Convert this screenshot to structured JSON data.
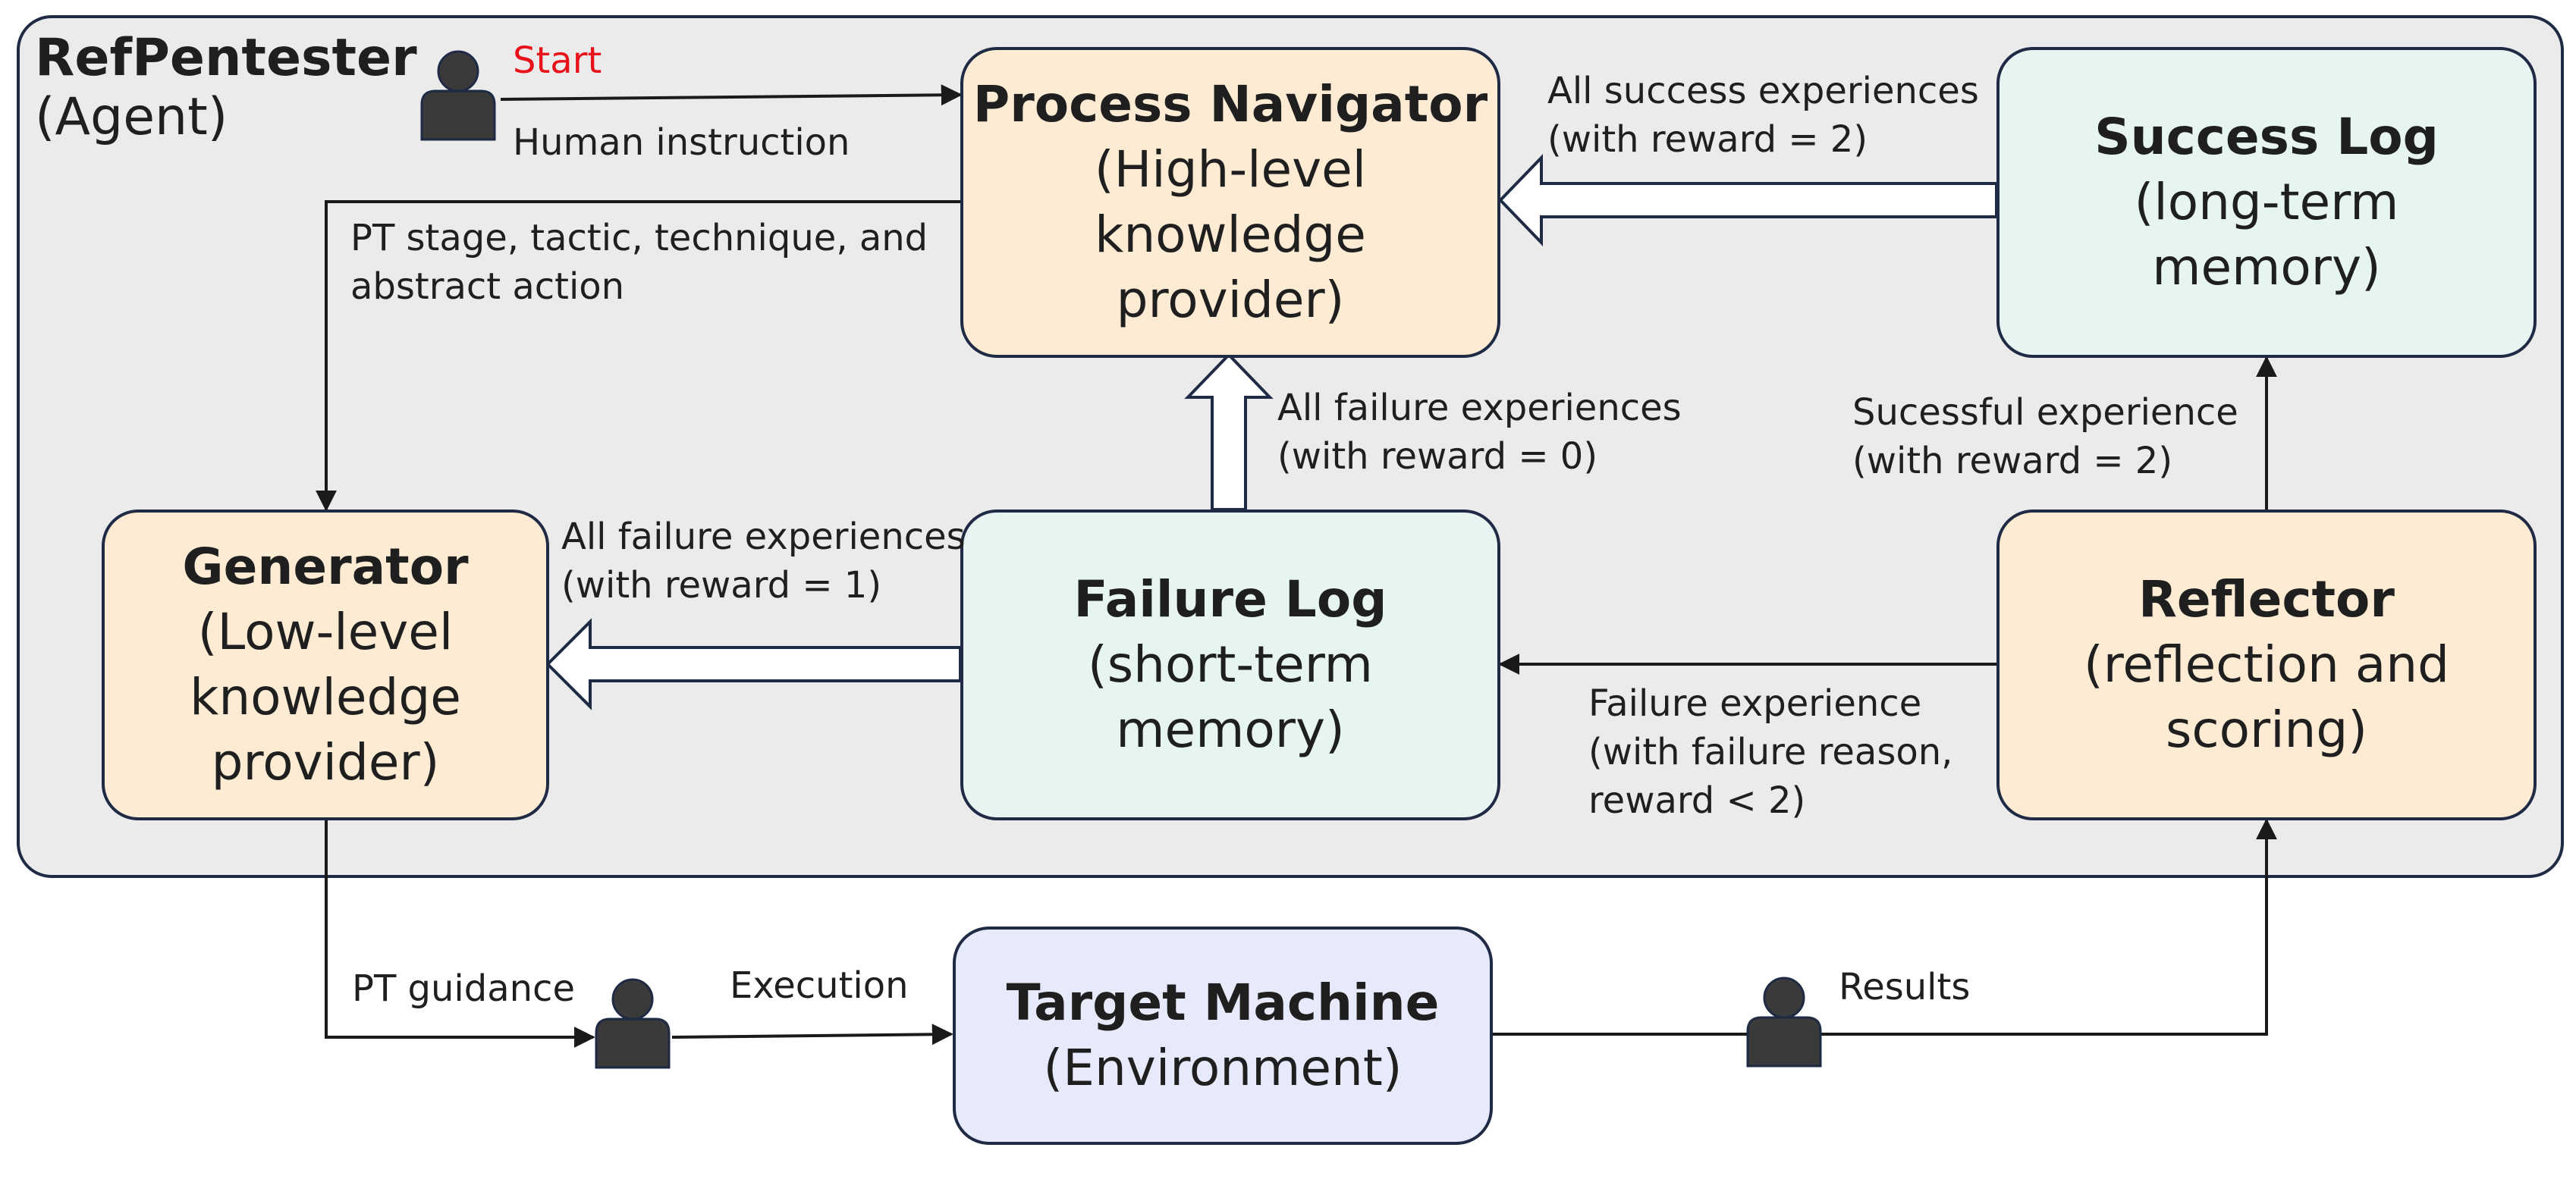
{
  "agent": {
    "name": "RefPentester",
    "subtitle": "(Agent)"
  },
  "nodes": {
    "process_navigator": {
      "title": "Process Navigator",
      "line2": "(High-level",
      "line3": "knowledge",
      "line4": "provider)"
    },
    "success_log": {
      "title": "Success Log",
      "line2": "(long-term",
      "line3": "memory)"
    },
    "generator": {
      "title": "Generator",
      "line2": "(Low-level",
      "line3": "knowledge",
      "line4": "provider)"
    },
    "failure_log": {
      "title": "Failure Log",
      "line2": "(short-term",
      "line3": "memory)"
    },
    "reflector": {
      "title": "Reflector",
      "line2": "(reflection and",
      "line3": "scoring)"
    },
    "target_machine": {
      "title": "Target Machine",
      "line2": "(Environment)"
    }
  },
  "edges": {
    "start": "Start",
    "human_instruction": "Human instruction",
    "pt_stage": [
      "PT stage, tactic, technique, and",
      "abstract action"
    ],
    "all_success": [
      "All success experiences",
      "(with reward = 2)"
    ],
    "all_failure_0": [
      "All failure experiences",
      "(with reward = 0)"
    ],
    "successful_exp": [
      "Sucessful experience",
      "(with reward = 2)"
    ],
    "all_failure_1": [
      "All failure experiences",
      "(with reward = 1)"
    ],
    "failure_exp": [
      "Failure experience",
      "(with failure reason,",
      "reward < 2)"
    ],
    "pt_guidance": "PT guidance",
    "execution": "Execution",
    "results": "Results"
  },
  "colors": {
    "agent_bg": "#ebebeb",
    "orange_box": "#fdebd3",
    "teal_box": "#e6f5f2",
    "blue_box": "#e7eafb",
    "outline": "#1f2a44",
    "start_text": "#e8131a",
    "person_icon": "#3a3a3a"
  },
  "icons": [
    "person-icon"
  ]
}
